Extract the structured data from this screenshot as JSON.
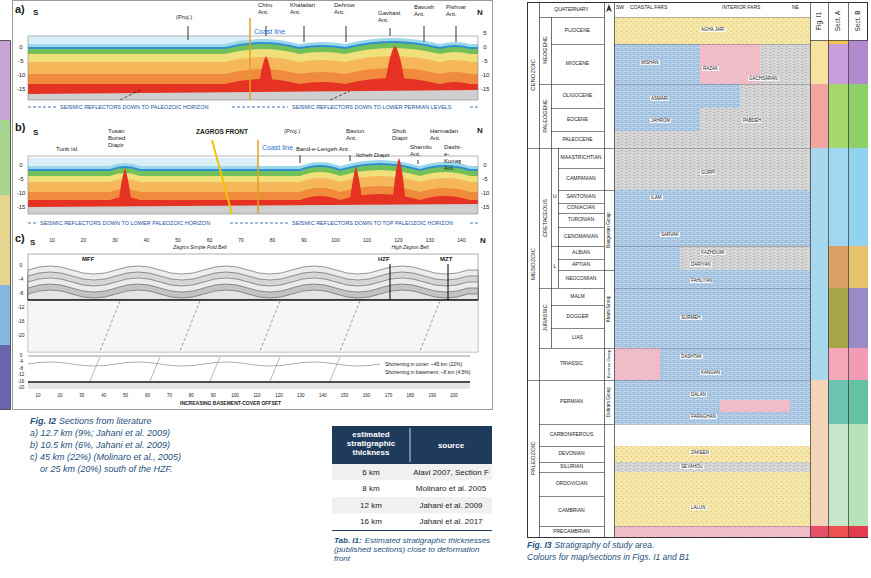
{
  "diagram": {
    "labels": [
      "a)",
      "S",
      "N",
      "(Proj.)",
      "Chiru Ant.",
      "Khalatlari Ant.",
      "Dehrow Ant.",
      "Gavbast Ant.",
      "Bavush Ant.",
      "Pishvar Ant.",
      "Coast line",
      "0",
      "-5",
      "-10",
      "-15",
      "5",
      "0",
      "-5",
      "-10",
      "-15",
      "SEISMIC REFLECTORS DOWN TO PALEOZOIC HORIZON",
      "SEISMIC REFLECTORS DOWN TO LOWER PERMIAN LEVELS",
      "b)",
      "S",
      "N",
      "Tunb Isl.",
      "Tusan Buried Diapir",
      "ZAGROS FRONT",
      "Coast line",
      "(Proj.)",
      "Band-e-Lengeh Ant.",
      "Bavion Ant.",
      "Itcheh Diapir",
      "Shub Diapir",
      "Shamilu Ant.",
      "Harmadan Ant.",
      "Dasht-e-Kunar Ant.",
      "0",
      "-5",
      "-10",
      "-15",
      "0",
      "-5",
      "-10",
      "-15",
      "SEISMIC REFLECTORS DOWN TO LOWER PALEOZOIC HORIZON",
      "SEISMIC REFLECTORS DOWN TO TOP PALEOZOIC HORIZON",
      "c)",
      "S",
      "N",
      "10",
      "20",
      "30",
      "40",
      "50",
      "60",
      "70",
      "80",
      "90",
      "100",
      "110",
      "120",
      "130",
      "140",
      "Zagros Simple Fold Belt",
      "High Zagros Belt",
      "HZF",
      "MZT",
      "MFF",
      "0",
      "-4",
      "-8",
      "-12",
      "-16",
      "-20",
      "0",
      "-4",
      "-8",
      "-12",
      "-16",
      "-20",
      "10",
      "20",
      "30",
      "40",
      "50",
      "60",
      "70",
      "80",
      "90",
      "100",
      "110",
      "120",
      "130",
      "140",
      "150",
      "160",
      "170",
      "180",
      "190",
      "200",
      "Shortening in cover: ~45 km (22%)",
      "Shortening in basement: ~8 km (4.5%)",
      "INCREASING BASEMENT-COVER OFFSET",
      "Fig. I2",
      "Sections from literature",
      "a) 12.7 km (9%; Jahani et al. 2009)",
      "b) 10.5 km (6%, Jahani et al. 2009)",
      "c) 45 km (22%) (Molinaro et al., 2005)",
      "or 25 km (20%) south of the HZF.",
      "estimated stratigraphic thickness",
      "source",
      "6 km",
      "Alavi 2007, Section F",
      "8 km",
      "Molinaro et al. 2005",
      "12 km",
      "Jahani et al. 2009",
      "16 km",
      "Jahani et al. 2017",
      "Tab. I1:",
      "Estimated stratigraphic thicknesses (published sections) close to deformation front",
      "SW",
      "COASTAL FARS",
      "INTERIOR FARS",
      "NE",
      "Fig. I1",
      "Sect. A",
      "Sect. B",
      "CENOZOIC",
      "MESOZOIC",
      "PALEOZOIC",
      "NEOGENE",
      "PALEOGENE",
      "CRETACEOUS",
      "JURASSIC",
      "U",
      "L",
      "QUATERNARY",
      "PLIOCENE",
      "MIOCENE",
      "OLIGOCENE",
      "EOCENE",
      "PALEOCENE",
      "MAASTRICHTIAN",
      "CAMPANIAN",
      "SANTONIAN",
      "CONIACIAN",
      "TURONIAN",
      "CENOMANIAN",
      "ALBIAN",
      "APTIAN",
      "NEOCOMIAN",
      "MALM",
      "DOGGER",
      "LIAS",
      "TRIASSIC",
      "PERMIAN",
      "CARBONIFEROUS",
      "DEVONIAN",
      "SILURIAN",
      "ORDOVICIAN",
      "CAMBRIAN",
      "PRECAMBRIAN",
      "Bangestan Group",
      "Khami Group",
      "Kazerun Group",
      "Dehram Group",
      "AGHA JARI",
      "MISHAN",
      "RAZAK",
      "GACHSARAN",
      "ASMARI",
      "JAHROM",
      "PABDEH",
      "GURPI",
      "ILAM",
      "SARVAK",
      "KAZHDUMI",
      "DARIYAN",
      "FAHLIYAN",
      "SURMEH",
      "DASHTAK",
      "KANGAN",
      "DALAN",
      "FARAGHAN",
      "ZAKEEN",
      "SEYAHOU",
      "LALUN",
      "Fig. I3",
      "Stratigraphy of study area.",
      "Colours for map/sections in Figs. I1 and B1"
    ]
  }
}
